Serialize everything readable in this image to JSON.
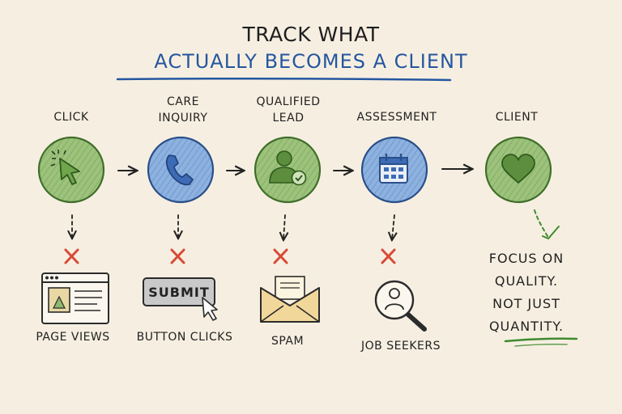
{
  "title": {
    "line1": "TRACK WHAT",
    "line2": "ACTUALLY BECOMES A CLIENT"
  },
  "stages": [
    {
      "label_lines": [
        "CLICK"
      ],
      "icon": "cursor-click-icon",
      "fill": "#8fb86d"
    },
    {
      "label_lines": [
        "CARE",
        "INQUIRY"
      ],
      "icon": "phone-icon",
      "fill": "#7ea5d8"
    },
    {
      "label_lines": [
        "QUALIFIED",
        "LEAD"
      ],
      "icon": "user-check-icon",
      "fill": "#8fb86d"
    },
    {
      "label_lines": [
        "ASSESSMENT"
      ],
      "icon": "calendar-icon",
      "fill": "#7ea5d8"
    },
    {
      "label_lines": [
        "CLIENT"
      ],
      "icon": "heart-icon",
      "fill": "#8fb86d"
    }
  ],
  "rejects": [
    {
      "label": "PAGE VIEWS",
      "icon": "browser-window-icon"
    },
    {
      "label": "BUTTON CLICKS",
      "icon": "submit-button-icon",
      "button_text": "SUBMIT"
    },
    {
      "label": "SPAM",
      "icon": "envelope-icon"
    },
    {
      "label": "JOB SEEKERS",
      "icon": "magnifier-person-icon"
    }
  ],
  "focus": {
    "lines": [
      "FOCUS ON",
      "QUALITY.",
      "NOT JUST",
      "QUANTITY."
    ]
  },
  "colors": {
    "green": "#8fb86d",
    "green_dark": "#3f6e2a",
    "blue": "#7ea5d8",
    "blue_dark": "#2a4f8a",
    "red_x": "#d94a36",
    "underline_blue": "#2556a0",
    "underline_green": "#3f8a2f"
  }
}
